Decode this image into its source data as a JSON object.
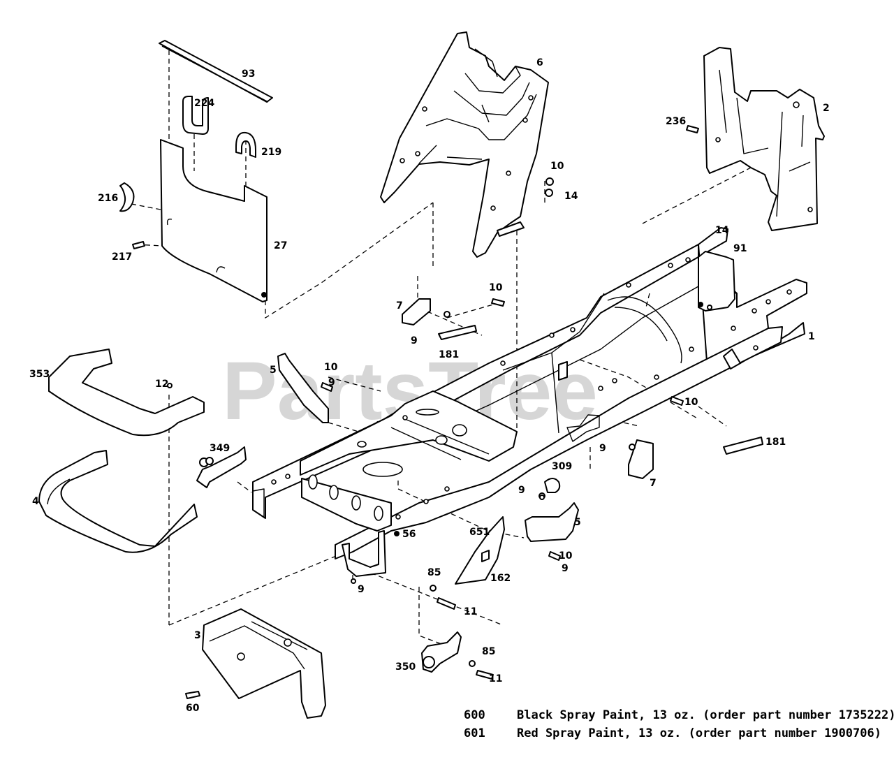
{
  "watermark": "PartsTree",
  "callouts": {
    "p1": "1",
    "p2": "2",
    "p3": "3",
    "p4": "4",
    "p5a": "5",
    "p5b": "5",
    "p6": "6",
    "p7a": "7",
    "p7b": "7",
    "p9a": "9",
    "p9b": "9",
    "p9c": "9",
    "p9d": "9",
    "p9e": "9",
    "p9f": "9",
    "p10a": "10",
    "p10b": "10",
    "p10c": "10",
    "p10d": "10",
    "p10e": "10",
    "p11a": "11",
    "p11b": "11",
    "p12": "12",
    "p14a": "14",
    "p14b": "14",
    "p27": "27",
    "p56": "56",
    "p60": "60",
    "p85a": "85",
    "p85b": "85",
    "p91": "91",
    "p93": "93",
    "p162": "162",
    "p181a": "181",
    "p181b": "181",
    "p216": "216",
    "p217": "217",
    "p219": "219",
    "p224": "224",
    "p236": "236",
    "p309": "309",
    "p349": "349",
    "p350": "350",
    "p353": "353",
    "p651": "651"
  },
  "notes": [
    {
      "number": "600",
      "text": "Black Spray Paint, 13 oz. (order part number 1735222)"
    },
    {
      "number": "601",
      "text": "Red Spray Paint, 13 oz. (order part number 1900706)"
    }
  ]
}
